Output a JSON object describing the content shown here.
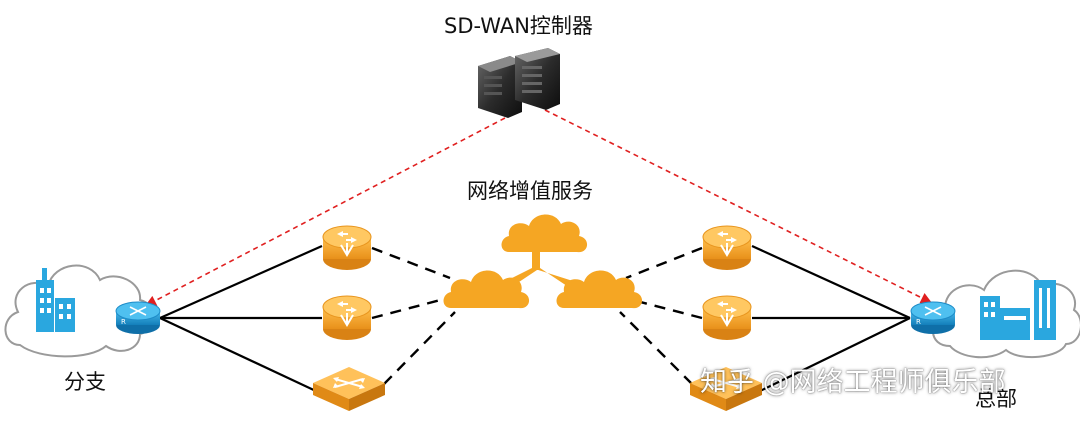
{
  "diagram": {
    "controller_label": "SD-WAN控制器",
    "value_added_label": "网络增值服务",
    "branch_label": "分支",
    "hq_label": "总部",
    "watermark": "知乎 @网络工程师俱乐部"
  },
  "colors": {
    "cloud_orange": "#F5A623",
    "site_blue": "#2AA7DF",
    "router_blue": "#1E9BD6",
    "controller_link_red": "#E02020",
    "link_black": "#000000"
  },
  "icons": {
    "controller": "server-icon",
    "pop_router": "router-icon",
    "pop_switch": "switch-icon",
    "service_cloud": "cloud-icon",
    "site_cloud": "cloud-icon",
    "branch_building": "building-icon",
    "hq_building": "building-icon"
  }
}
